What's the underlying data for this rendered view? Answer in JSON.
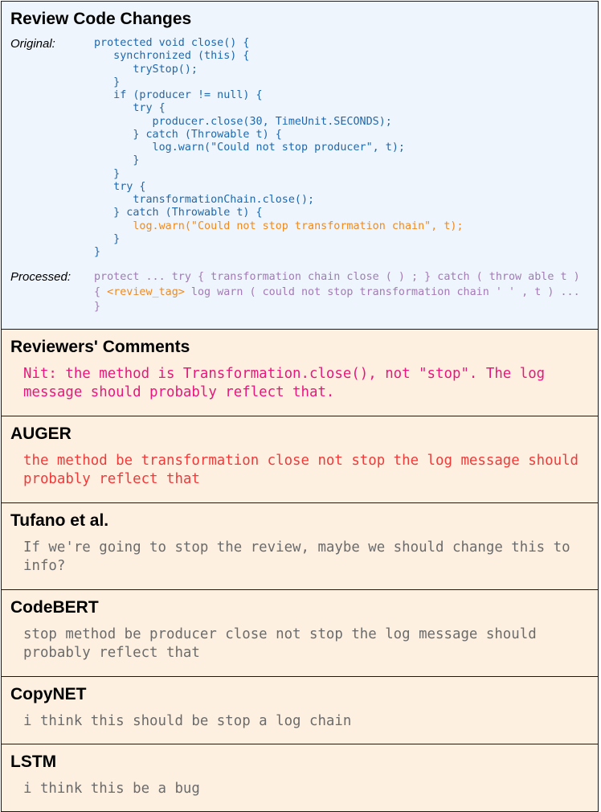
{
  "review": {
    "title": "Review Code Changes",
    "original_label": "Original:",
    "code_lines": [
      "protected void close() {",
      "   synchronized (this) {",
      "      tryStop();",
      "   }",
      "   if (producer != null) {",
      "      try {",
      "         producer.close(30, TimeUnit.SECONDS);",
      "      } catch (Throwable t) {",
      "         log.warn(\"Could not stop producer\", t);",
      "      }",
      "   }",
      "   try {",
      "      transformationChain.close();",
      "   } catch (Throwable t) {",
      "      log.warn(\"Could not stop transformation chain\", t);",
      "   }",
      "}"
    ],
    "highlighted_line_index": 14,
    "processed_label": "Processed:",
    "processed_before": "protect ... try { transformation chain close ( ) ; } catch ( throw able t ) { ",
    "processed_tag": "<review_tag>",
    "processed_after": " log warn ( could not stop transformation chain ' ' , t ) ... }"
  },
  "comments": [
    {
      "title": "Reviewers' Comments",
      "text": "Nit: the method is Transformation.close(), not \"stop\". The log message should probably reflect that.",
      "color_class": "c-ref",
      "height": 108
    },
    {
      "title": "AUGER",
      "text": "the method be transformation close not stop the log message should probably reflect that",
      "color_class": "c-auger",
      "height": 108
    },
    {
      "title": "Tufano et al.",
      "text": "If we're going to stop the review, maybe we should change this to info?",
      "color_class": "c-gray",
      "height": 108
    },
    {
      "title": "CodeBERT",
      "text": "stop method be producer close not stop the log message should probably reflect that",
      "color_class": "c-gray",
      "height": 108
    },
    {
      "title": "CopyNET",
      "text": "i think this should be stop a log chain",
      "color_class": "c-gray",
      "height": 84
    },
    {
      "title": "LSTM",
      "text": "i think this be a bug",
      "color_class": "c-gray",
      "height": 84
    }
  ],
  "colors": {
    "code_blue": "#1f68ad",
    "highlight_orange": "#f08a1e",
    "processed_purple": "#a27bb5",
    "reference_pink": "#e8177d",
    "auger_red": "#ef3a3a",
    "baseline_gray": "#6b6b6b",
    "review_bg": "#eef5fd",
    "comment_bg": "#fdf0e1"
  }
}
